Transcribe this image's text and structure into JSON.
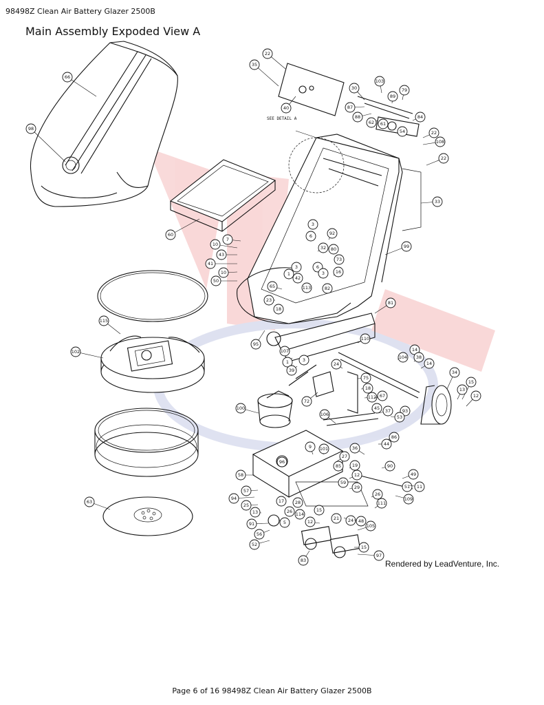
{
  "document": {
    "header": "98498Z Clean Air Battery Glazer 2500B",
    "section_title": "Main Assembly Expoded View A",
    "footer": "Page 6 of 16 98498Z Clean Air Battery Glazer 2500B",
    "credit": "Rendered by LeadVenture, Inc."
  },
  "diagram": {
    "detail_label": "SEE DETAIL  A",
    "callouts": [
      "22",
      "35",
      "40",
      "30",
      "103",
      "89",
      "79",
      "87",
      "88",
      "62",
      "61",
      "54",
      "84",
      "22",
      "108",
      "22",
      "33",
      "66",
      "98",
      "60",
      "7",
      "10",
      "43",
      "41",
      "10",
      "50",
      "3",
      "6",
      "92",
      "32",
      "80",
      "99",
      "73",
      "3",
      "6",
      "1",
      "42",
      "3",
      "65",
      "16",
      "113",
      "82",
      "23",
      "18",
      "81",
      "95",
      "115",
      "102",
      "107",
      "1",
      "3",
      "39",
      "110",
      "104",
      "14",
      "38",
      "14",
      "34",
      "15",
      "13",
      "12",
      "24",
      "75",
      "18",
      "112",
      "67",
      "72",
      "100",
      "45",
      "37",
      "93",
      "53",
      "106",
      "36",
      "86",
      "44",
      "9",
      "101",
      "27",
      "96",
      "85",
      "19",
      "90",
      "49",
      "58",
      "12",
      "59",
      "29",
      "51",
      "11",
      "57",
      "94",
      "25",
      "17",
      "13",
      "26",
      "114",
      "28",
      "109",
      "15",
      "12",
      "21",
      "24",
      "48",
      "111",
      "26",
      "91",
      "56",
      "52",
      "5",
      "105",
      "83",
      "15",
      "97",
      "63"
    ]
  }
}
